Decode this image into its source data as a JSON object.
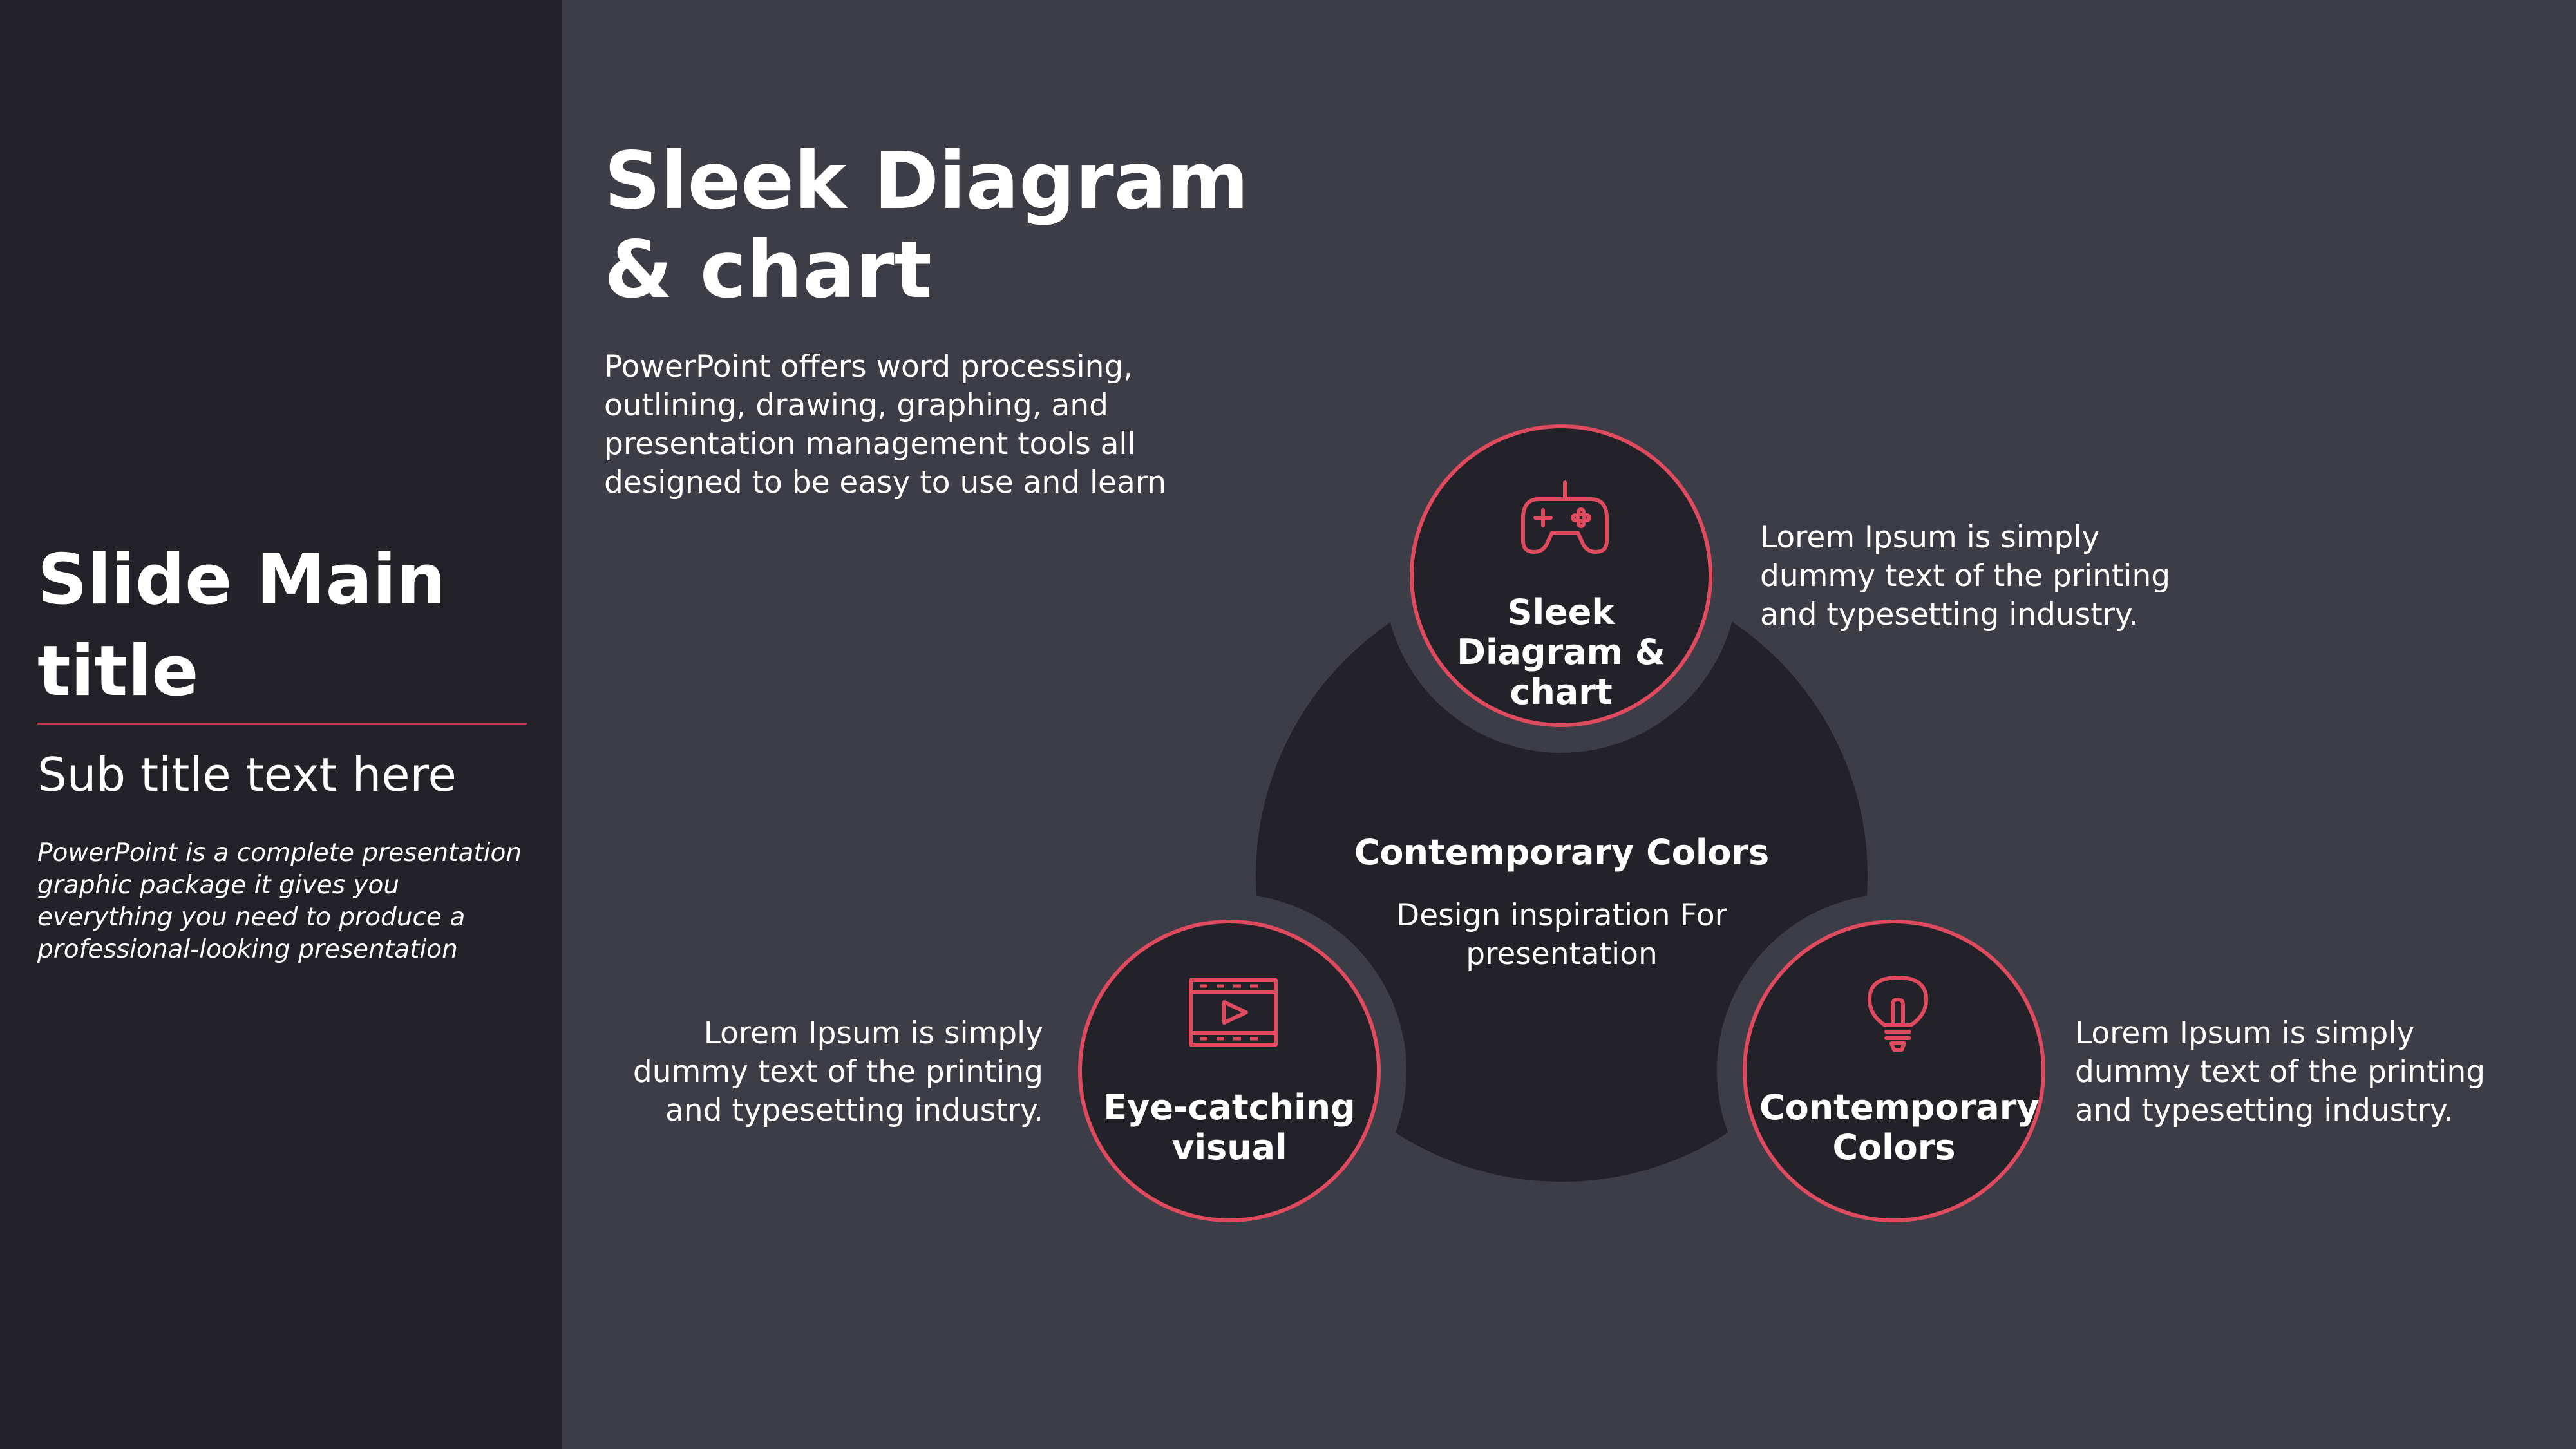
{
  "sidebar": {
    "title": "Slide Main title",
    "subtitle": "Sub title text here",
    "description": "PowerPoint is a complete presentation graphic package it gives you everything you need to produce a professional-looking presentation"
  },
  "main": {
    "title": "Sleek Diagram & chart",
    "description": "PowerPoint offers word processing, outlining, drawing, graphing, and presentation management tools all designed to be easy to use and learn"
  },
  "diagram": {
    "center": {
      "title": "Contemporary Colors",
      "subtitle": "Design inspiration For presentation"
    },
    "nodes": [
      {
        "label": "Sleek Diagram & chart",
        "icon": "gamepad-icon",
        "description": "Lorem Ipsum is simply dummy text of the printing and typesetting industry."
      },
      {
        "label": "Eye-catching visual",
        "icon": "video-play-icon",
        "description": "Lorem Ipsum is simply dummy text of the printing and typesetting industry."
      },
      {
        "label": "Contemporary Colors",
        "icon": "lightbulb-icon",
        "description": "Lorem Ipsum is simply dummy text of the printing and typesetting industry."
      }
    ]
  },
  "colors": {
    "background": "#3d3d47",
    "sidebar": "#222228",
    "accent": "#e04a5f",
    "circle_fill": "#222228"
  }
}
